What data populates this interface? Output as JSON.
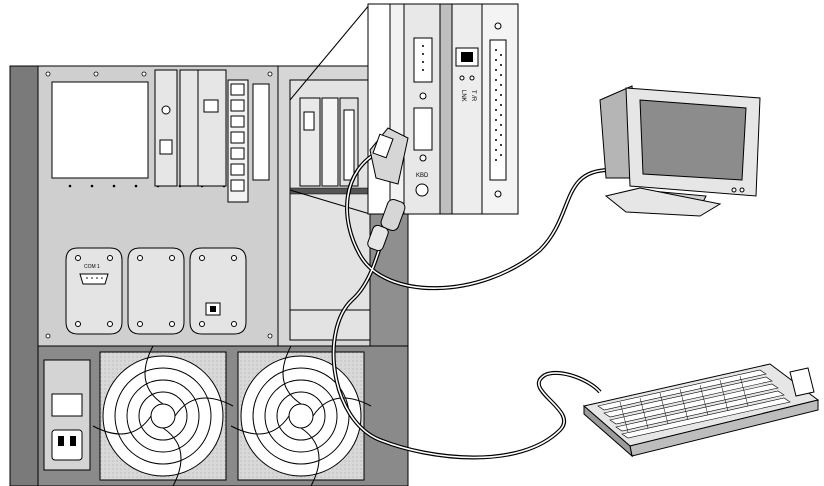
{
  "labels": {
    "com_port": "COM 1",
    "link": "LNK",
    "tr": "T /R",
    "keyboard_port": "KBD"
  },
  "colors": {
    "chassis_outer": "#7a7a7a",
    "chassis_panel": "#cfcfcf",
    "dark_slot": "#2a2a2a",
    "monitor_screen": "#8c8c8c",
    "line": "#000000",
    "paper": "#ffffff"
  },
  "icons": [
    "server-chassis-icon",
    "monitor-icon",
    "keyboard-icon",
    "fan-icon",
    "cable-icon"
  ]
}
